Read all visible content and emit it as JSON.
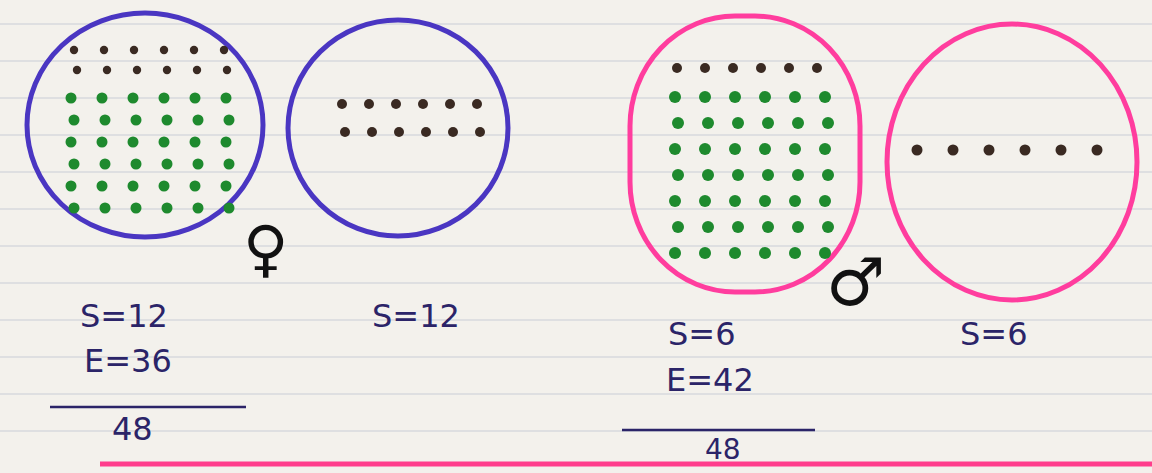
{
  "diagram": {
    "labels": [
      "S=12",
      "E=36",
      "48",
      "♀",
      "S=12",
      "S=6",
      "E=42",
      "48",
      "♂",
      "S=6"
    ]
  }
}
